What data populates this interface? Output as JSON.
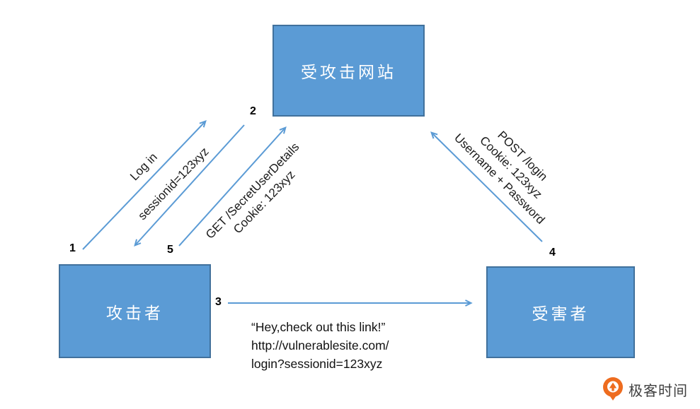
{
  "nodes": {
    "website": {
      "label": "受攻击网站"
    },
    "attacker": {
      "label": "攻击者"
    },
    "victim": {
      "label": "受害者"
    }
  },
  "steps": {
    "1": {
      "number": "1",
      "label": "Log in"
    },
    "2": {
      "number": "2",
      "label": "sessionid=123xyz"
    },
    "3": {
      "number": "3",
      "line1": "“Hey,check out this link!”",
      "line2": "http://vulnerablesite.com/",
      "line3": "login?sessionid=123xyz"
    },
    "4": {
      "number": "4",
      "line1": "POST /login",
      "line2": "Cookie: 123xyz",
      "line3": "Username + Password"
    },
    "5": {
      "number": "5",
      "line1": "GET /SecretUserDetails",
      "line2": "Cookie: 123xyz"
    }
  },
  "branding": {
    "logo_text": "极客时间"
  },
  "colors": {
    "node_fill": "#5B9BD5",
    "node_border": "#41719C",
    "arrow": "#5B9BD5",
    "logo_orange": "#EE6C1F",
    "label_text": "#1a1a1a"
  }
}
